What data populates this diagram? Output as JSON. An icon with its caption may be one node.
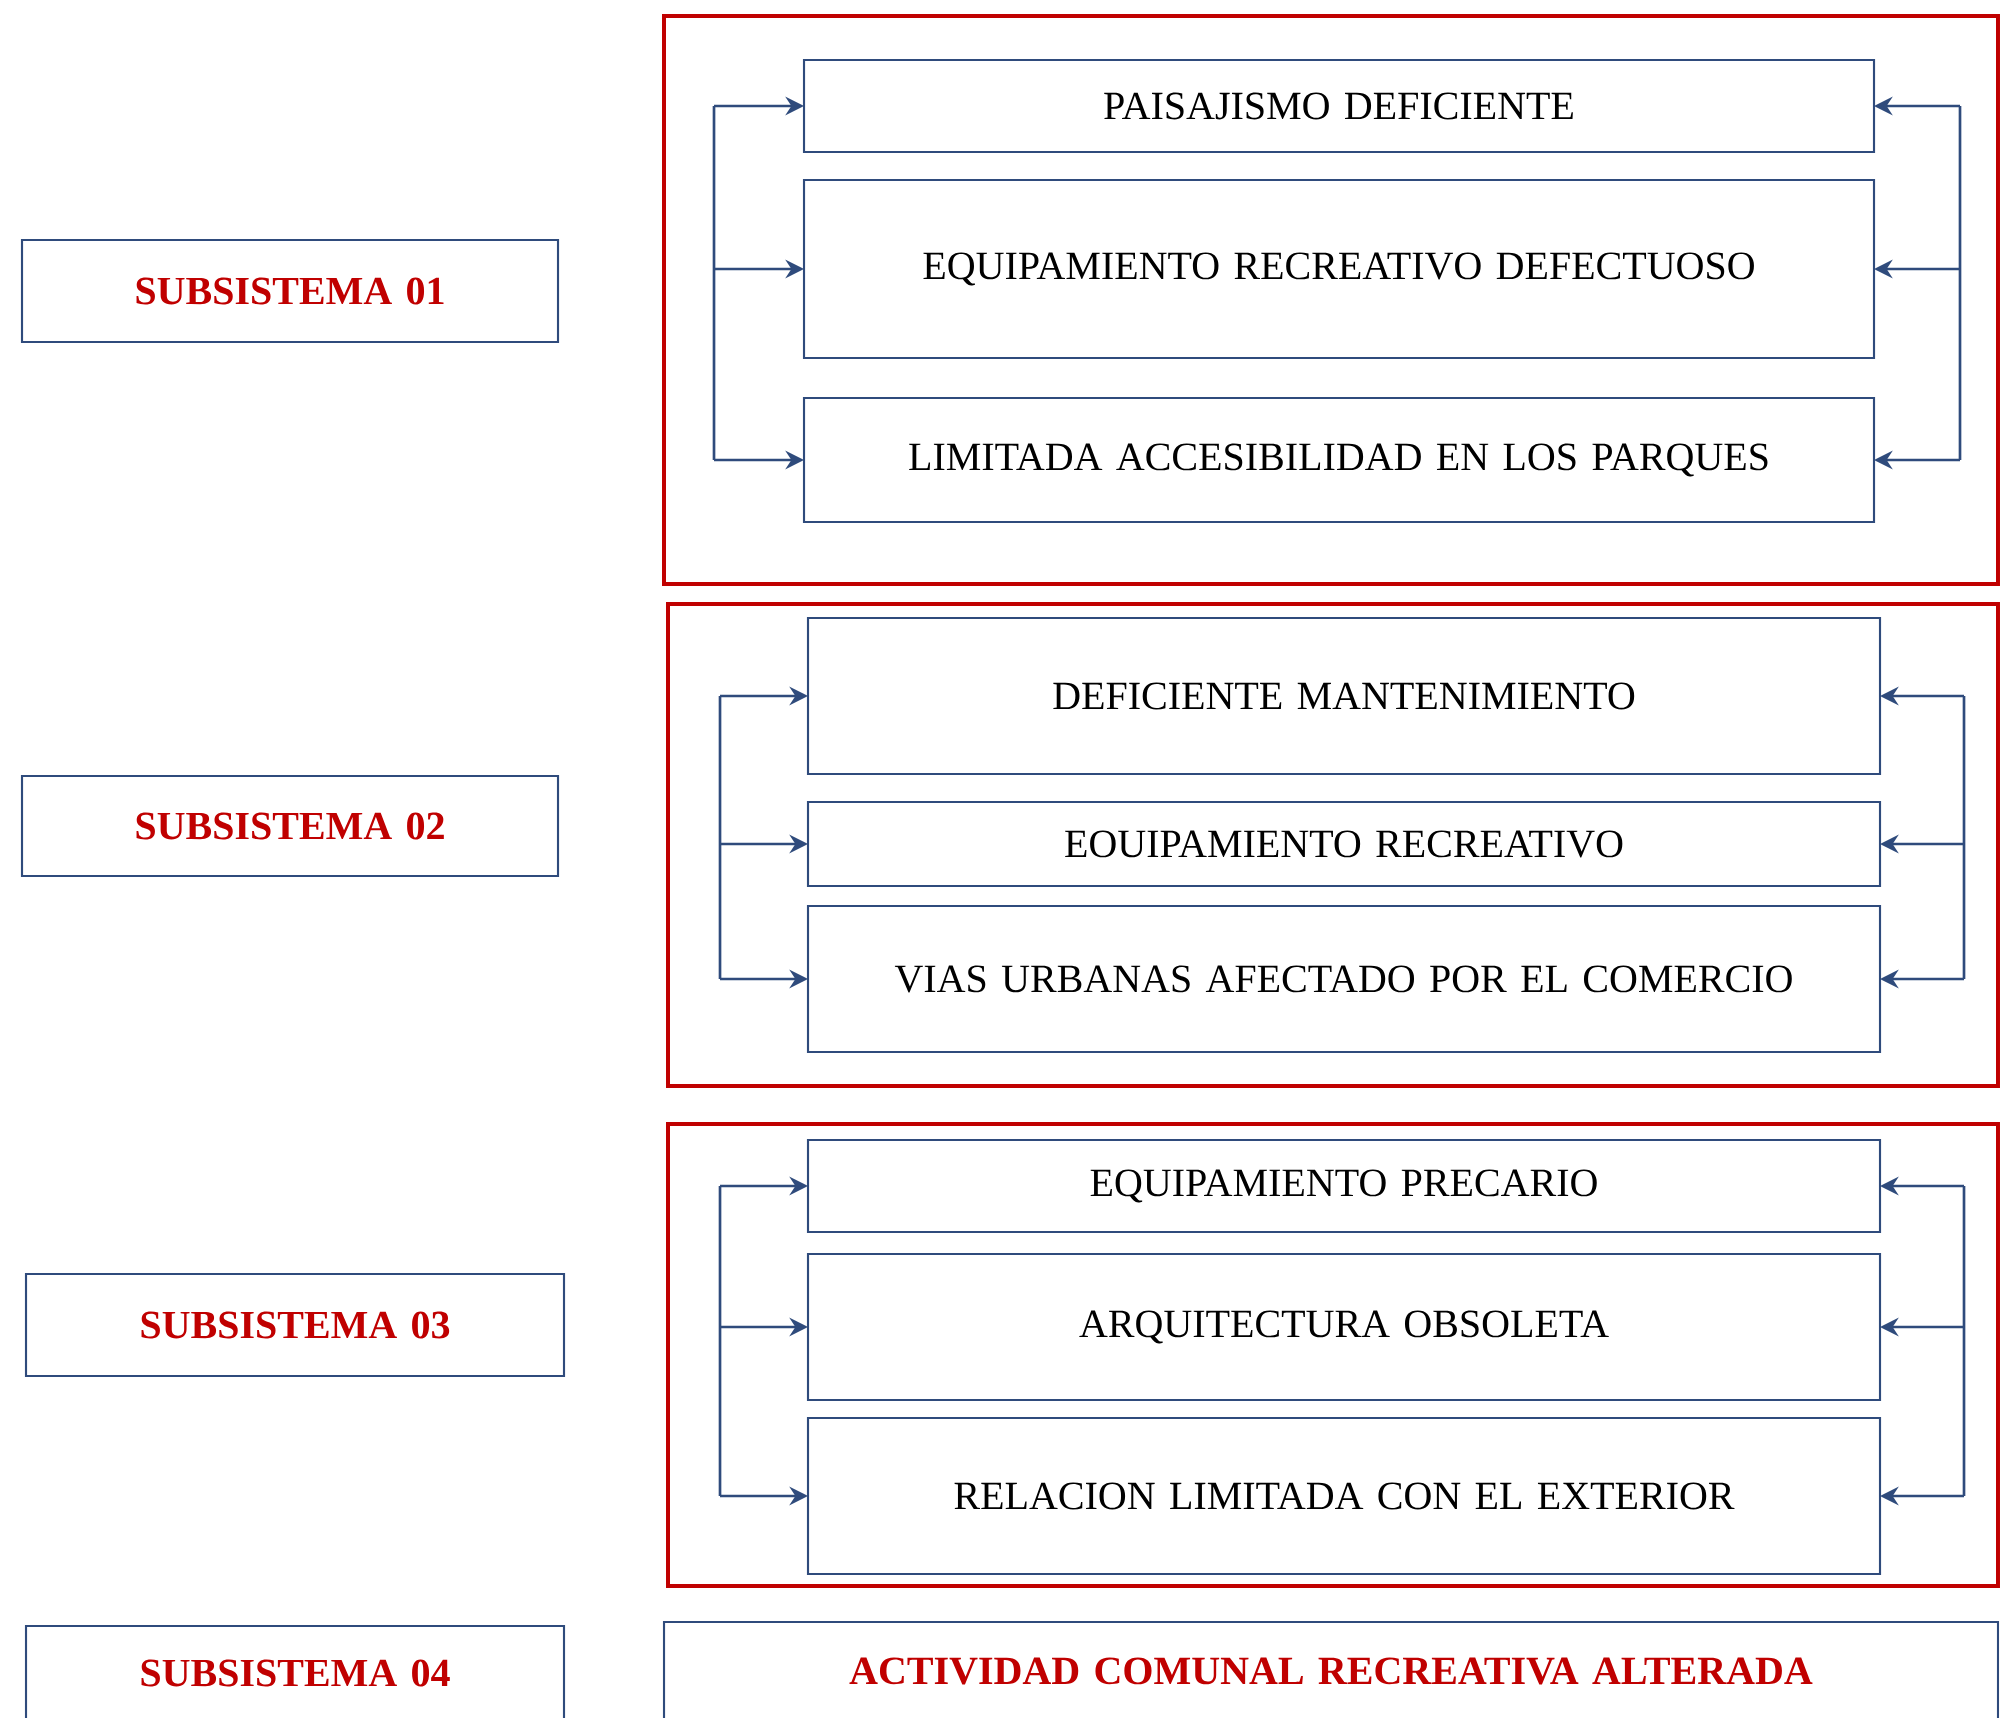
{
  "diagram": {
    "nodes": [
      {
        "text": [
          "SUBSISTEMA 01"
        ]
      },
      {
        "text": [],
        "shape": "box"
      },
      {
        "text": [
          "PAISAJISMO DEFICIENTE"
        ],
        "in": 1
      },
      {
        "text": [
          "EQUIPAMIENTO RECREATIVO DEFECTUOSO"
        ],
        "in": 1
      },
      {
        "text": [
          "LIMITADA ACCESIBILIDAD EN LOS PARQUES"
        ],
        "in": 1
      },
      {
        "text": [
          "SUBSISTEMA 02"
        ]
      },
      {
        "text": [],
        "shape": "box"
      },
      {
        "text": [
          "DEFICIENTE MANTENIMIENTO"
        ],
        "in": 6
      },
      {
        "text": [
          "EOUIPAMIENTO RECREATIVO"
        ],
        "in": 6
      },
      {
        "text": [
          "VIAS URBANAS AFECTADO POR EL COMERCIO"
        ],
        "in": 6
      },
      {
        "text": [
          "SUBSISTEMA 03"
        ]
      },
      {
        "text": [],
        "shape": "box"
      },
      {
        "text": [
          "EQUIPAMIENTO  PRECARIO"
        ],
        "in": 11
      },
      {
        "text": [
          "ARQUITECTURA OBSOLETA"
        ],
        "in": 11
      },
      {
        "text": [
          "RELACION LIMITADA CON EL EXTERIOR"
        ],
        "in": 11
      },
      {
        "text": [
          "SUBSISTEMA 04"
        ]
      },
      {
        "text": [
          "ACTIVIDAD COMUNAL RECREATIVA ALTERADA"
        ]
      }
    ],
    "edges": [
      {
        "from": null,
        "to": 2,
        "arrow": "to"
      },
      {
        "from": null,
        "to": 3,
        "arrow": "to"
      },
      {
        "from": null,
        "to": 4,
        "arrow": "to"
      },
      {
        "from": null,
        "to": 2,
        "arrow": "to"
      },
      {
        "from": null,
        "to": 3,
        "arrow": "to"
      },
      {
        "from": null,
        "to": 4,
        "arrow": "to"
      },
      {
        "from": null,
        "to": 7,
        "arrow": "to"
      },
      {
        "from": null,
        "to": 8,
        "arrow": "to"
      },
      {
        "from": null,
        "to": 9,
        "arrow": "to"
      },
      {
        "from": null,
        "to": 7,
        "arrow": "to"
      },
      {
        "from": null,
        "to": 8,
        "arrow": "to"
      },
      {
        "from": null,
        "to": 9,
        "arrow": "to"
      },
      {
        "from": null,
        "to": 12,
        "arrow": "to"
      },
      {
        "from": null,
        "to": 13,
        "arrow": "to"
      },
      {
        "from": null,
        "to": 14,
        "arrow": "to"
      },
      {
        "from": null,
        "to": 12,
        "arrow": "to"
      },
      {
        "from": null,
        "to": 13,
        "arrow": "to"
      },
      {
        "from": null,
        "to": 14,
        "arrow": "to"
      }
    ]
  }
}
